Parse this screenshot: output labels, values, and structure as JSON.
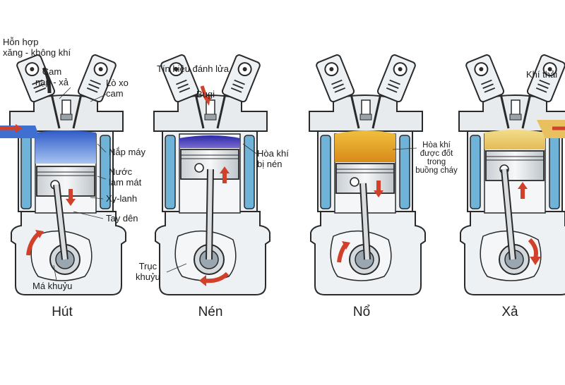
{
  "strokes": [
    {
      "name": "Hút"
    },
    {
      "name": "Nén"
    },
    {
      "name": "Nổ"
    },
    {
      "name": "Xả"
    }
  ],
  "labels": {
    "fuel_mix_line1": "Hỗn hợp",
    "fuel_mix_line2": "xăng - không khí",
    "cam_line1": "Cam",
    "cam_line2": "nạp - xả",
    "valve_spring_line1": "Lò xo",
    "valve_spring_line2": "cam",
    "cylinder_head": "Nắp máy",
    "coolant_line1": "Nước",
    "coolant_line2": "làm mát",
    "cylinder": "Xy-lanh",
    "connecting_rod": "Tay dên",
    "crank_web": "Má khuỷu",
    "ignition_signal": "Tín hiệu đánh lửa",
    "spark_plug": "Bugi",
    "compressed_mix_line1": "Hòa khí",
    "compressed_mix_line2": "bị nén",
    "crankshaft_line1": "Trục",
    "crankshaft_line2": "khuỷu",
    "burned_mix_line1": "Hòa khí",
    "burned_mix_line2": "được đốt",
    "burned_mix_line3": "trong",
    "burned_mix_line4": "buồng cháy",
    "exhaust_gas": "Khí thải"
  },
  "colors": {
    "coolant": "#6fb4d8",
    "intake_mix": "#3f6fd0",
    "compressed_mix": "#2a2aa8",
    "combustion": "#e8a020",
    "exhaust": "#e8c060",
    "arrow": "#d0402a",
    "metal": "#eef1f3",
    "outline": "#2a2a2a"
  }
}
